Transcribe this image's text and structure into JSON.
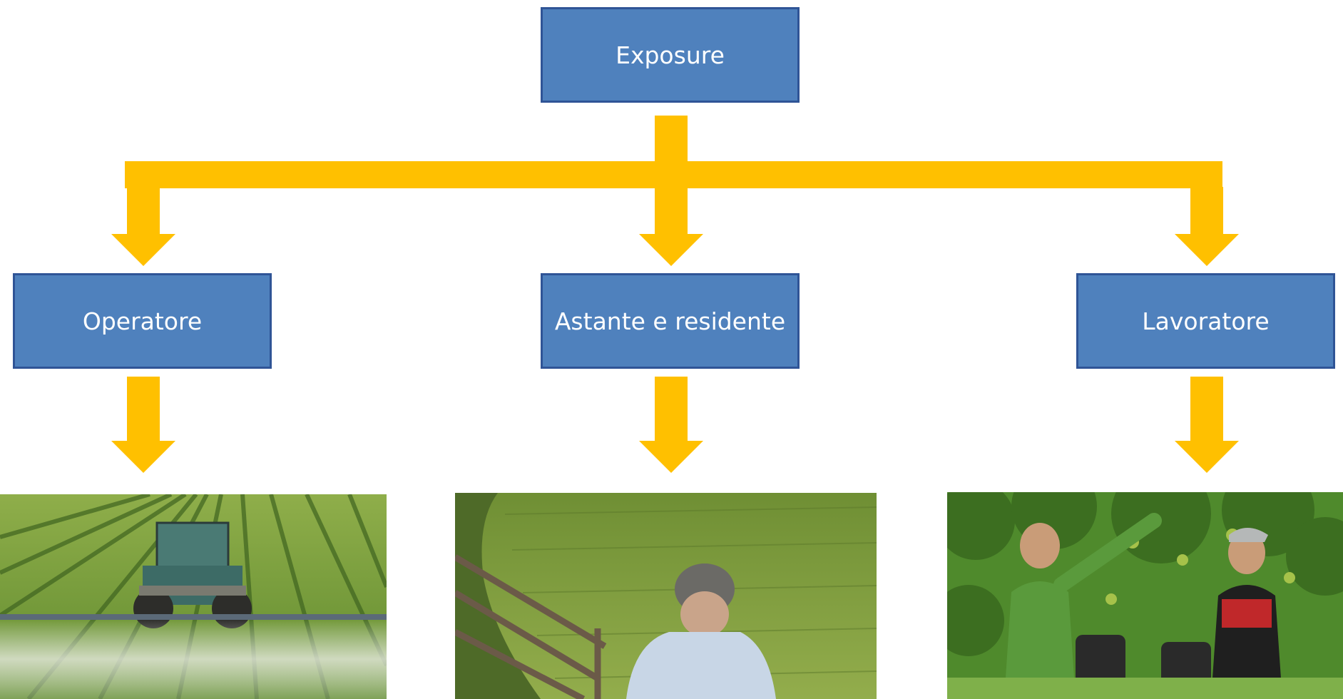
{
  "diagram": {
    "root": {
      "label": "Exposure"
    },
    "children": [
      {
        "label": "Operatore"
      },
      {
        "label": "Astante e residente"
      },
      {
        "label": "Lavoratore"
      }
    ]
  },
  "colors": {
    "box_fill": "#4f81bd",
    "box_border": "#2f5496",
    "arrow": "#ffc000",
    "text": "#ffffff"
  }
}
